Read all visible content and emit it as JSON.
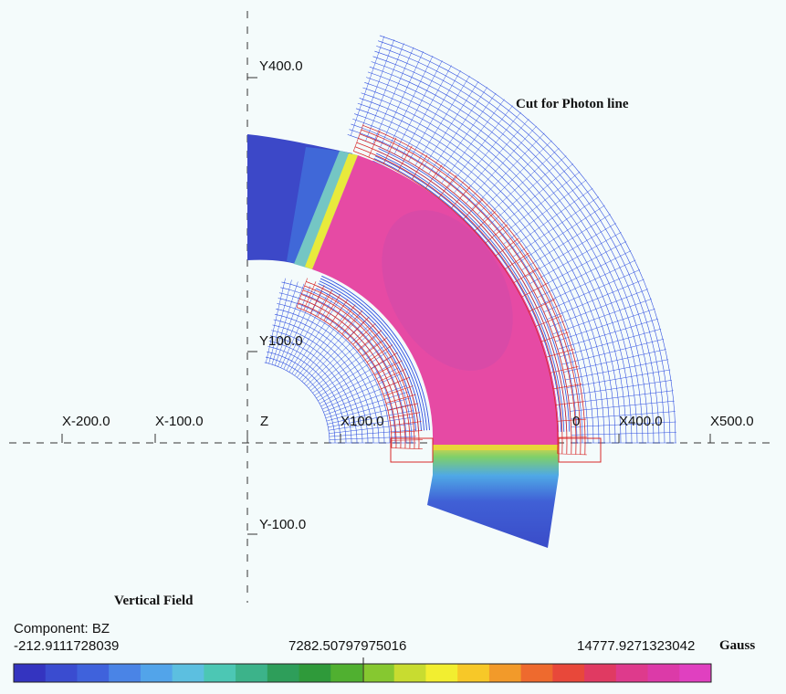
{
  "title": "Cut for Photon line",
  "field_label": "Vertical Field",
  "axis_labels": {
    "x_neg200": "X-200.0",
    "x_neg100": "X-100.0",
    "origin": "Z",
    "x_100": "X100.0",
    "x_300_partial": "0",
    "x_400": "X400.0",
    "x_500": "X500.0",
    "y_400": "Y400.0",
    "y_100": "Y100.0",
    "y_neg100": "Y-100.0"
  },
  "colorbar": {
    "component": "Component: BZ",
    "min": "-212.9111728039",
    "mid": "7282.50797975016",
    "max": "14777.9271323042",
    "unit": "Gauss",
    "colors": [
      "#3434c0",
      "#3a4cd0",
      "#3f62dc",
      "#4a84e6",
      "#52a4ea",
      "#5cbfe0",
      "#4cc7b4",
      "#3cb38a",
      "#2e9e5a",
      "#2f9a3a",
      "#50b030",
      "#86c830",
      "#c8dc30",
      "#f2ee30",
      "#f7c828",
      "#f29a2a",
      "#ee6a2e",
      "#e8483a",
      "#e03a62",
      "#de3a8c",
      "#dc3aa8",
      "#e040c0"
    ]
  },
  "colors": {
    "background": "#f4fbfb",
    "mesh_blue": "#3050e0",
    "coil_red": "#d82828",
    "pole_magenta": "#e64aa4",
    "low_field_blue": "#3c4ed0"
  }
}
